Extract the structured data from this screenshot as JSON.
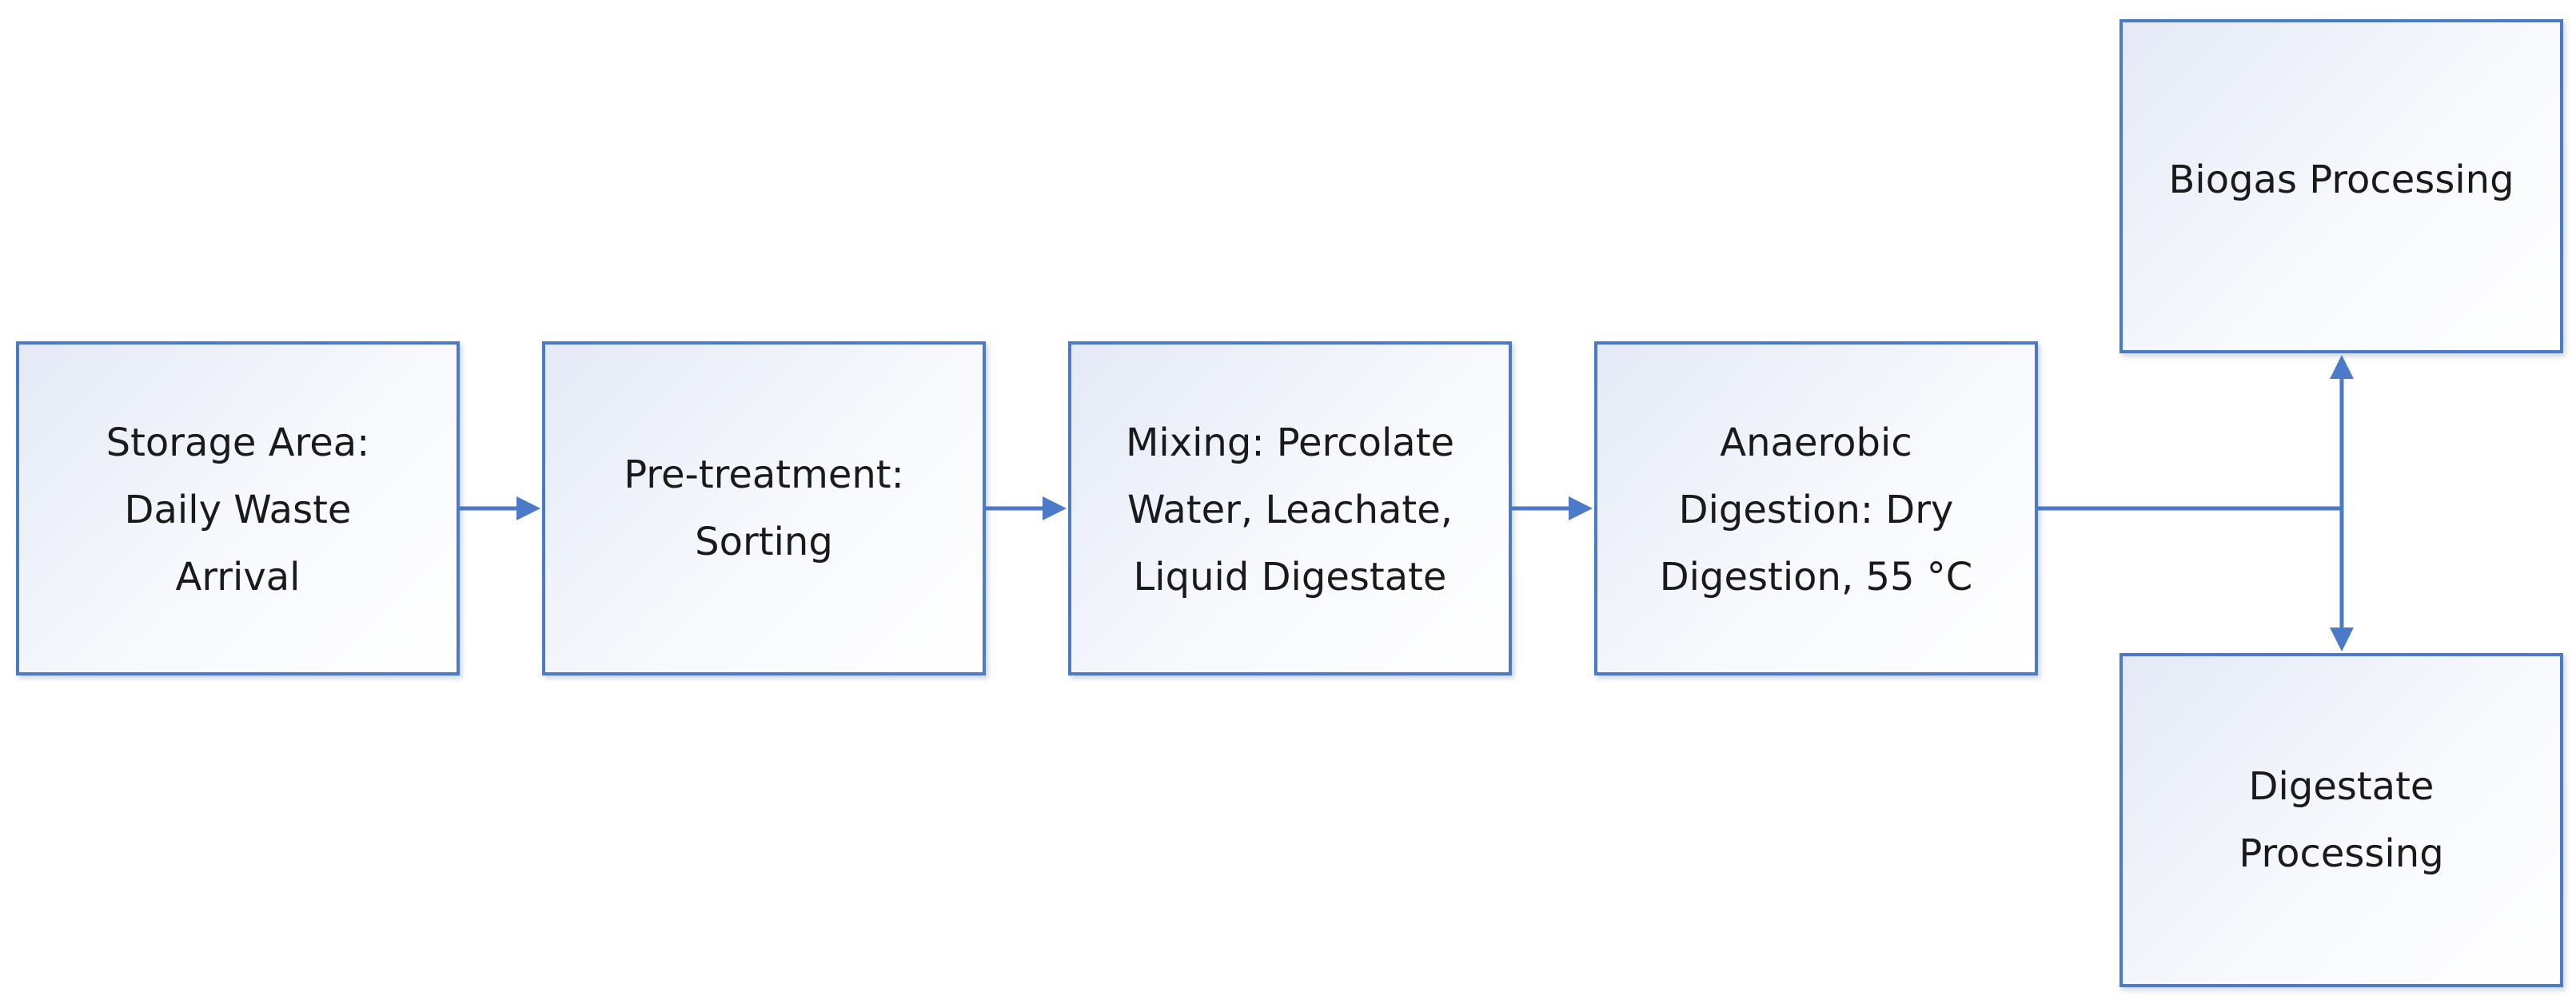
{
  "nodes": {
    "storage": "Storage Area:\nDaily Waste\nArrival",
    "pretreatment": "Pre-treatment:\nSorting",
    "mixing": "Mixing: Percolate\nWater, Leachate,\nLiquid Digestate",
    "digestion": "Anaerobic\nDigestion: Dry\nDigestion, 55 °C",
    "biogas": "Biogas Processing",
    "digestate": "Digestate\nProcessing"
  },
  "edges": [
    {
      "from": "storage",
      "to": "pretreatment"
    },
    {
      "from": "pretreatment",
      "to": "mixing"
    },
    {
      "from": "mixing",
      "to": "digestion"
    },
    {
      "from": "digestion",
      "to": "biogas"
    },
    {
      "from": "digestion",
      "to": "digestate"
    }
  ],
  "colors": {
    "border": "#4a7ac8",
    "connector": "#4a7ac8",
    "text": "#1a1a1a"
  }
}
